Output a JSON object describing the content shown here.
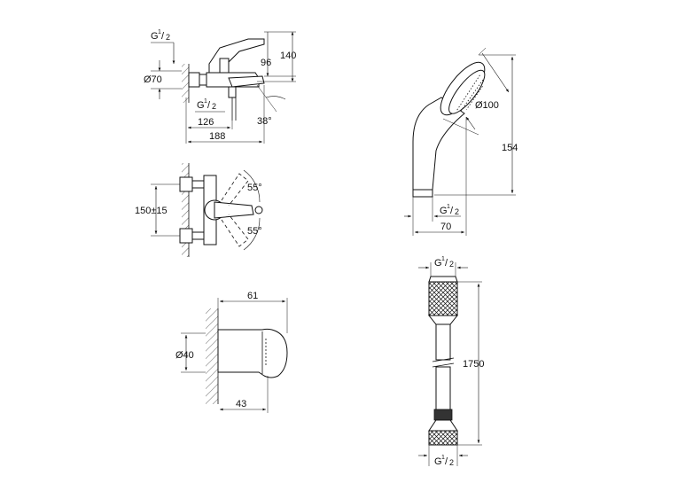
{
  "diagram": {
    "mixer_side": {
      "thread_top": {
        "base": "G",
        "num": "1",
        "den": "2"
      },
      "thread_bottom": {
        "base": "G",
        "num": "1",
        "den": "2"
      },
      "dia_outlet": "Ø70",
      "height_total": "140",
      "height_spout": "96",
      "depth_126": "126",
      "depth_188": "188",
      "angle": "38°"
    },
    "mixer_front": {
      "spacing": "150±15",
      "angle_top": "55°",
      "angle_bottom": "55°"
    },
    "holder": {
      "width_top": "61",
      "dia": "Ø40",
      "width_bottom": "43"
    },
    "hand_shower": {
      "dia_head": "Ø100",
      "length": "154",
      "thread": {
        "base": "G",
        "num": "1",
        "den": "2"
      },
      "width": "70"
    },
    "hose": {
      "thread_top": {
        "base": "G",
        "num": "1",
        "den": "2"
      },
      "length": "1750",
      "thread_bottom": {
        "base": "G",
        "num": "1",
        "den": "2"
      }
    }
  }
}
